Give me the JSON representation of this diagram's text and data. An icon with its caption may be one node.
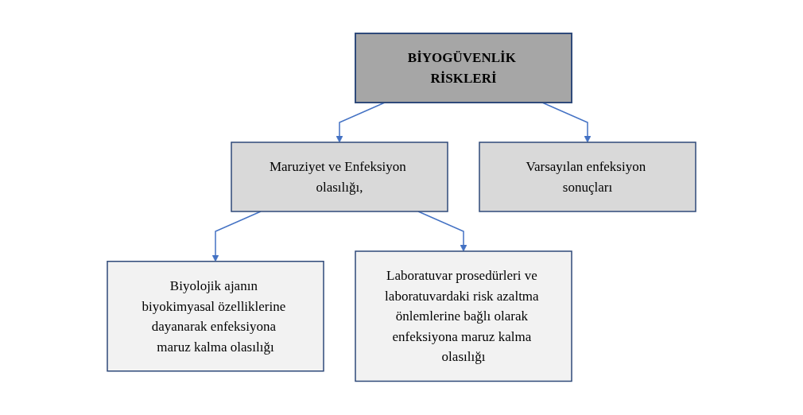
{
  "diagram": {
    "nodes": [
      {
        "text": [
          "BİYOGÜVENLİK RİSKLERİ"
        ]
      },
      {
        "text": [
          "Maruziyet ve Enfeksiyon olasılığı,"
        ]
      },
      {
        "text": [
          "Varsayılan enfeksiyon sonuçları"
        ]
      },
      {
        "text": [
          "Biyolojik ajanın biyokimyasal özelliklerine dayanarak enfeksiyona maruz kalma olasılığı"
        ]
      },
      {
        "text": [
          "Laboratuvar prosedürleri ve laboratuvardaki risk azaltma önlemlerine bağlı olarak enfeksiyona maruz kalma olasılığı"
        ]
      }
    ],
    "edges": [
      {
        "from": 0,
        "to": 1,
        "arrow": "to"
      },
      {
        "from": 0,
        "to": 2,
        "arrow": "to"
      },
      {
        "from": 1,
        "to": 3,
        "arrow": "to"
      },
      {
        "from": 1,
        "to": 4,
        "arrow": "to"
      }
    ]
  }
}
